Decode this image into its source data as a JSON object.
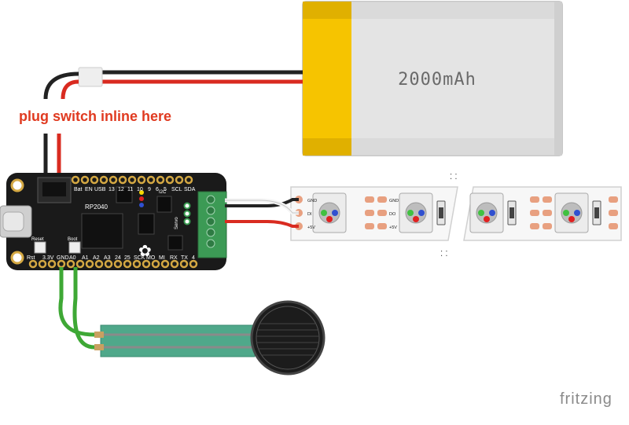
{
  "battery": {
    "capacity": "2000mAh"
  },
  "annotation": {
    "text": "plug switch inline here"
  },
  "board": {
    "chip": "RP2040",
    "top_labels": [
      "Bat",
      "EN",
      "USB",
      "13",
      "12",
      "11",
      "10",
      "9",
      "6",
      "5",
      "SCL",
      "SDA"
    ],
    "bottom_labels": [
      "Rst",
      "3.3V",
      "GND",
      "A0",
      "A1",
      "A2",
      "A3",
      "24",
      "25",
      "SCK",
      "MO",
      "MI",
      "RX",
      "TX",
      "4"
    ],
    "button_labels": [
      "Reset",
      "Boot"
    ],
    "side_labels": [
      "Servo",
      "I2C"
    ]
  },
  "strip": {
    "pad_left": [
      "GND",
      "DI",
      "+5V"
    ],
    "pad_right": [
      "GND",
      "DO",
      "+5V"
    ]
  },
  "brand": {
    "text": "fritzing"
  },
  "colors": {
    "battery_body": "#e6e6e6",
    "battery_wrap": "#f5c400",
    "annotation": "#e03a20",
    "board": "#1a1a1a",
    "pad_gold": "#d4a843",
    "terminal": "#3c9a55",
    "wire_red": "#d92b20",
    "wire_black": "#222222",
    "wire_white": "#f5f5f5",
    "wire_green": "#3ea835",
    "sensor_tail": "#4fa88a",
    "led_pad": "#e8a080"
  }
}
